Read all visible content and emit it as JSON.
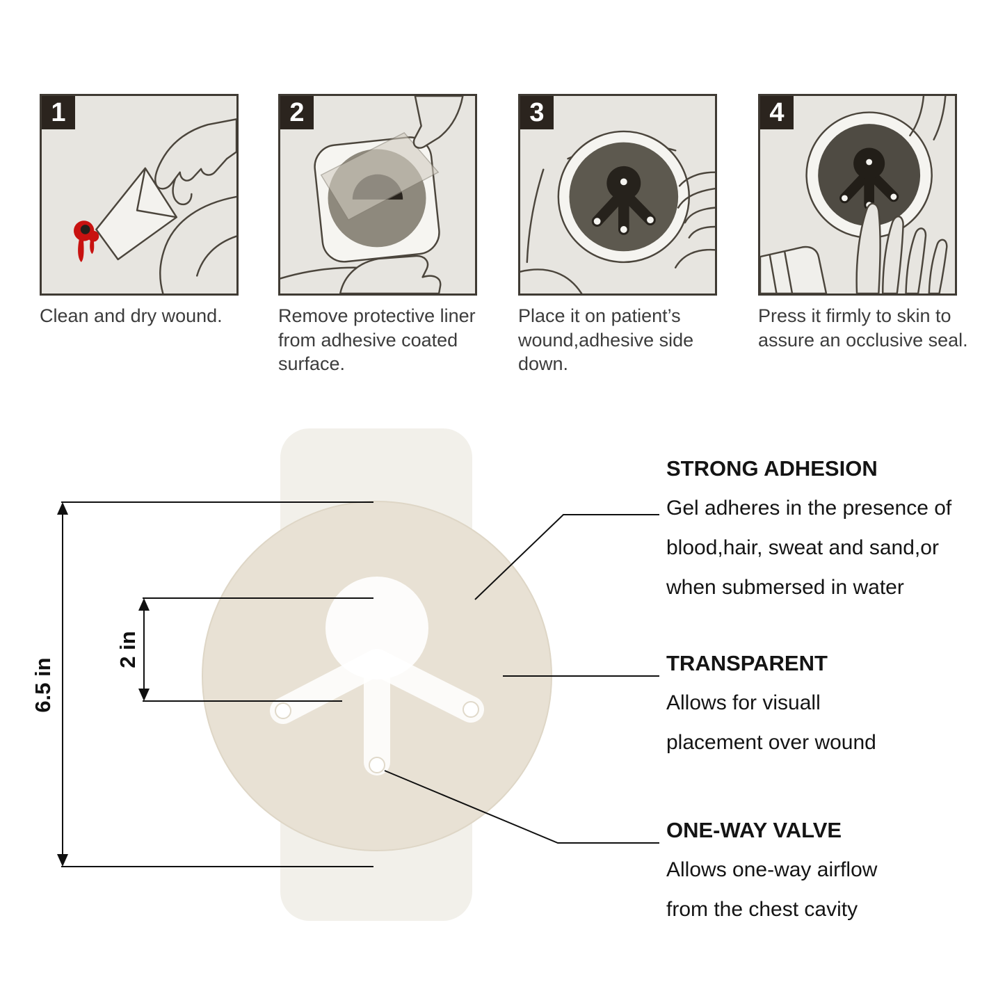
{
  "steps": [
    {
      "number": "1",
      "caption": "Clean and dry wound."
    },
    {
      "number": "2",
      "caption": "Remove protective liner from adhesive coated surface."
    },
    {
      "number": "3",
      "caption": "Place it on patient’s wound,adhesive side down."
    },
    {
      "number": "4",
      "caption": "Press it firmly to skin to assure an occlusive seal."
    }
  ],
  "product": {
    "dimension_height": "6.5 in",
    "dimension_valve": "2 in"
  },
  "features": [
    {
      "title": "STRONG ADHESION",
      "lines": [
        "Gel adheres in the presence of",
        "blood,hair, sweat and sand,or",
        "when submersed in water"
      ]
    },
    {
      "title": "TRANSPARENT",
      "lines": [
        "Allows for visuall",
        "placement over wound"
      ]
    },
    {
      "title": "ONE-WAY VALVE",
      "lines": [
        "Allows one-way airflow",
        "from the chest cavity"
      ]
    }
  ],
  "colors": {
    "blood_red": "#c81210",
    "badge_dark": "#2b241e",
    "panel_bg": "#e7e5e0",
    "seal_beige": "#e8e1d4",
    "line_dark": "#101010"
  }
}
